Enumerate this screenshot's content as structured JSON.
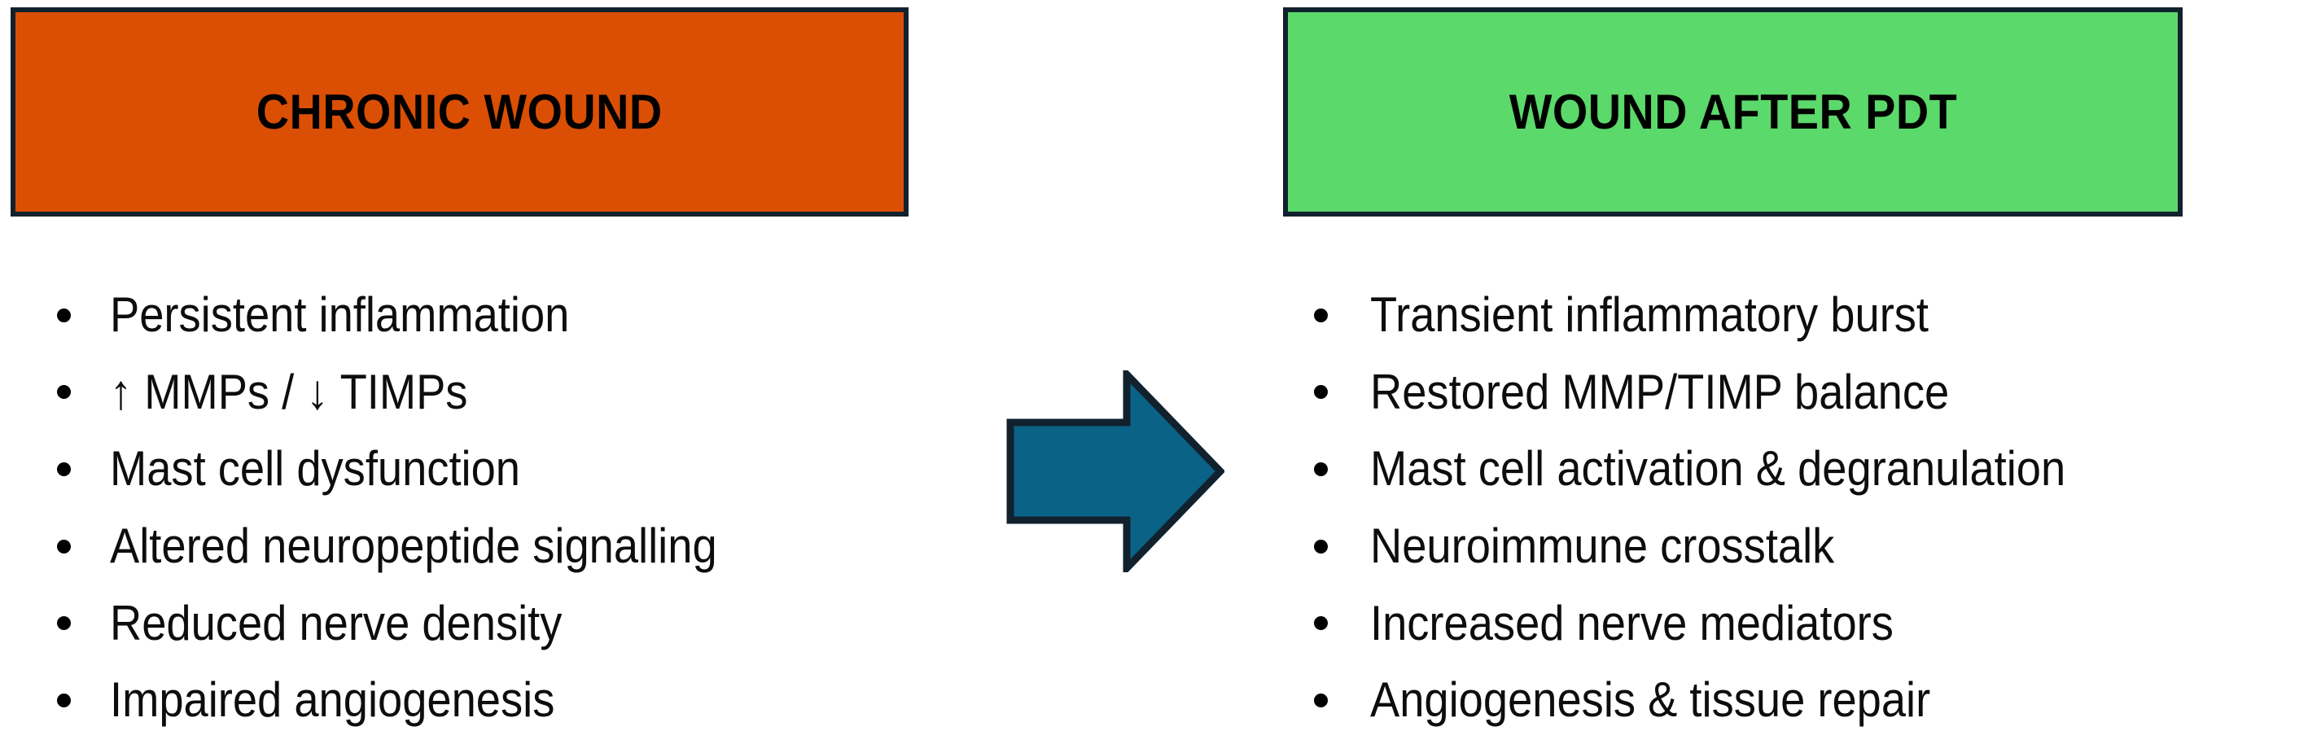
{
  "diagram": {
    "title_left": "CHRONIC WOUND",
    "title_right": "WOUND AFTER PDT",
    "arrow_icon": "right-arrow-icon",
    "colors": {
      "chronic_fill": "#DB4F04",
      "pdt_fill": "#5BD96B",
      "box_border": "#11212E",
      "arrow_fill": "#0A6287",
      "arrow_stroke": "#11212E",
      "text": "#000000",
      "background": "#FFFFFF"
    },
    "panels": [
      {
        "id": "chronic-wound",
        "header": "CHRONIC WOUND",
        "bullets": [
          "Persistent inflammation",
          "↑ MMPs / ↓ TIMPs",
          "Mast cell dysfunction",
          "Altered neuropeptide signalling",
          "Reduced nerve density",
          "Impaired angiogenesis"
        ]
      },
      {
        "id": "wound-after-pdt",
        "header": "WOUND AFTER PDT",
        "bullets": [
          "Transient inflammatory burst",
          "Restored MMP/TIMP balance",
          "Mast cell activation & degranulation",
          "Neuroimmune crosstalk",
          "Increased nerve mediators",
          "Angiogenesis & tissue repair"
        ]
      }
    ]
  }
}
